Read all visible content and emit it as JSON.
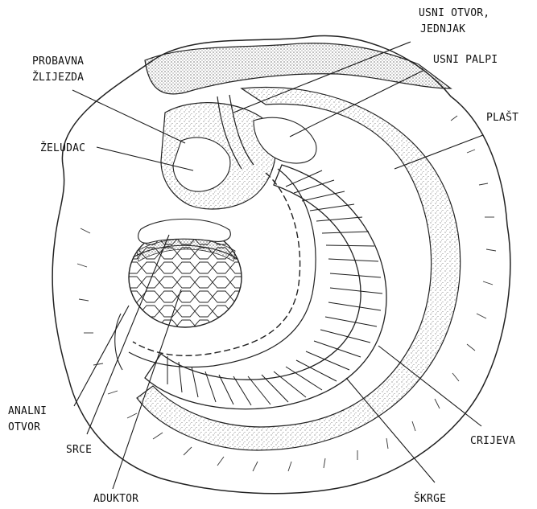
{
  "diagram": {
    "labels": {
      "usni_otvor": "USNI OTVOR,",
      "jednjak": "JEDNJAK",
      "usni_palpi": "USNI PALPI",
      "probavna": "PROBAVNA",
      "zlijezda": "ŽLIJEZDA",
      "plast": "PLAŠT",
      "zeludac": "ŽELUDAC",
      "analni": "ANALNI",
      "otvor": "OTVOR",
      "srce": "SRCE",
      "crijevo": "CRIJEVA",
      "aduktor": "ADUKTOR",
      "skrge": "ŠKRGE"
    },
    "colors": {
      "ink": "#1a1a1a",
      "paper": "#ffffff"
    }
  }
}
